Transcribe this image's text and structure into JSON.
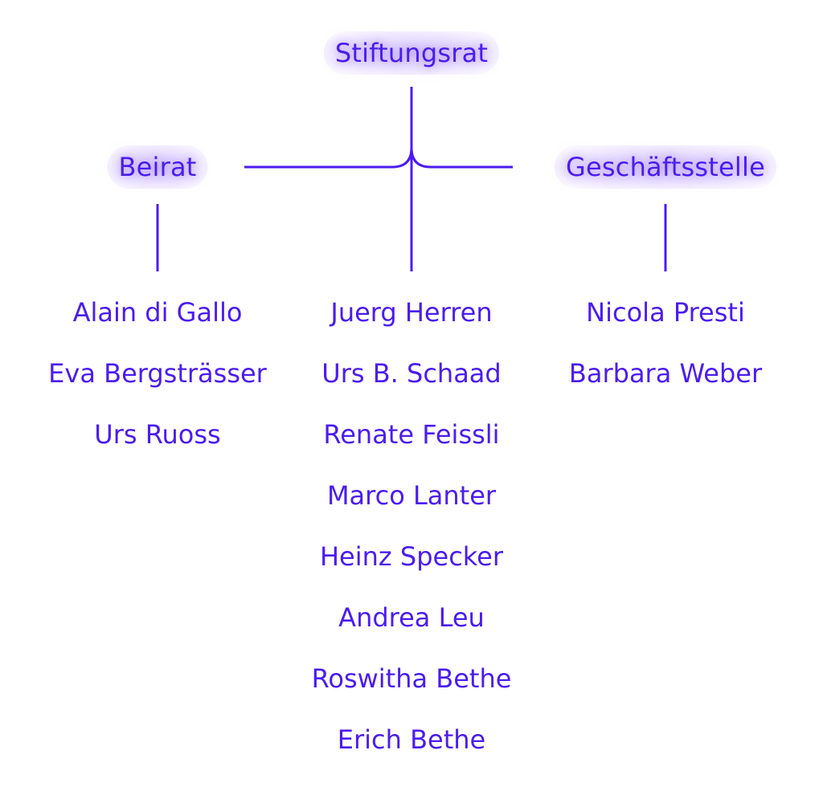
{
  "colors": {
    "primary": "#4b1cf0",
    "glow": "#d6c6ff",
    "background": "#ffffff"
  },
  "headings": {
    "stiftungsrat": "Stiftungsrat",
    "beirat": "Beirat",
    "geschaeftsstelle": "Geschäftsstelle"
  },
  "members": {
    "beirat": [
      "Alain di Gallo",
      "Eva Bergsträsser",
      "Urs Ruoss"
    ],
    "stiftungsrat": [
      "Juerg Herren",
      "Urs B. Schaad",
      "Renate Feissli",
      "Marco Lanter",
      "Heinz Specker",
      "Andrea Leu",
      "Roswitha Bethe",
      "Erich Bethe"
    ],
    "geschaeftsstelle": [
      "Nicola Presti",
      "Barbara Weber"
    ]
  }
}
